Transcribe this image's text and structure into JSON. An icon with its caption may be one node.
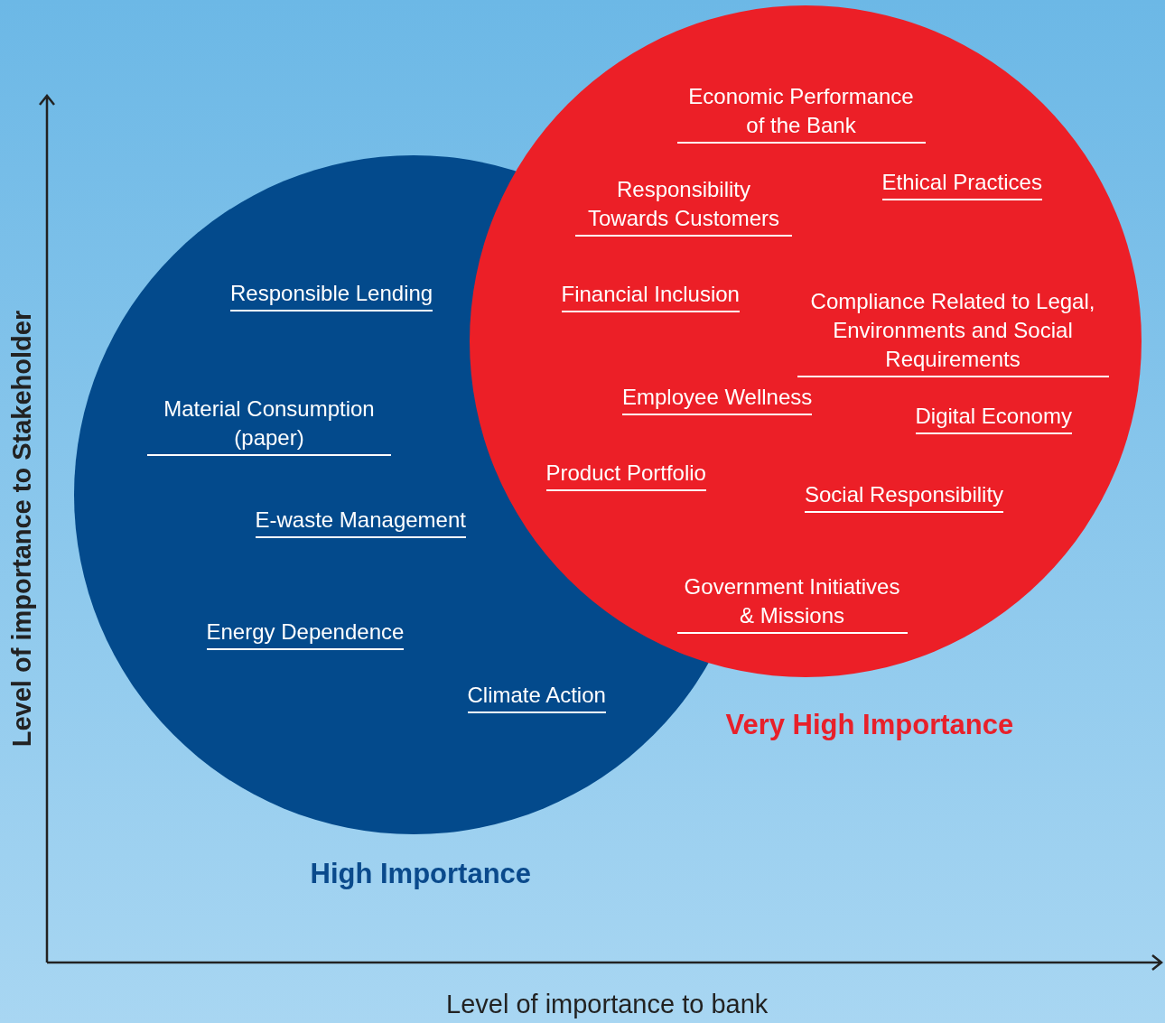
{
  "diagram": {
    "nodes": [
      {
        "text": [
          "Responsible Lending",
          "Material Consumption (paper)",
          "E-waste Management",
          "Energy Dependence",
          "Climate Action",
          "High Importance"
        ]
      },
      {
        "text": [
          "Economic Performance of the Bank",
          "Responsibility Towards Customers",
          "Ethical Practices",
          "Financial Inclusion",
          "Compliance Related to Legal, Environments and Social Requirements",
          "Employee Wellness",
          "Digital Economy",
          "Product Portfolio",
          "Social Responsibility",
          "Government Initiatives & Missions",
          "Very High Importance"
        ]
      }
    ],
    "labels": [
      "Level of importance to Stakeholder",
      "Level of importance to bank"
    ]
  }
}
